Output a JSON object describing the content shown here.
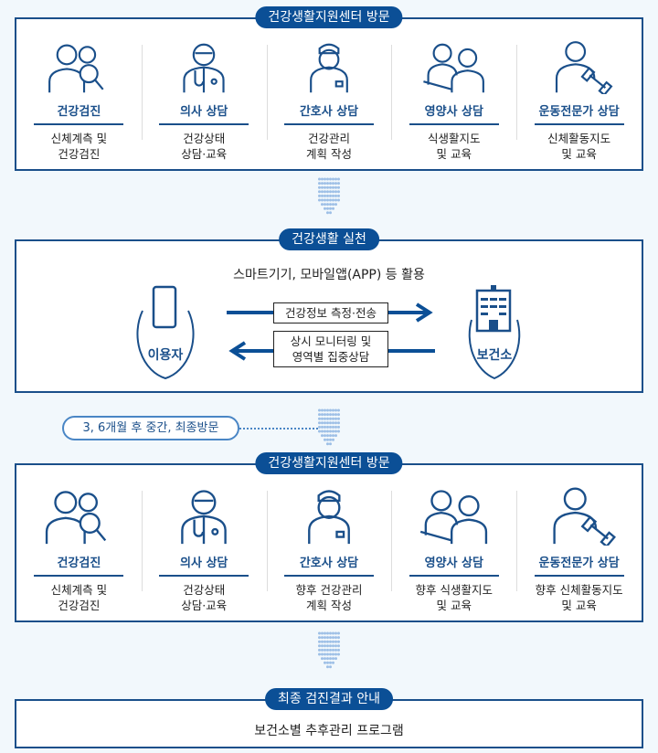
{
  "visit_title": "건강생활지원센터 방문",
  "first_visit": [
    {
      "title": "건강검진",
      "desc": "신체계측 및\n건강검진",
      "icon": "checkup-icon"
    },
    {
      "title": "의사 상담",
      "desc": "건강상태\n상담·교육",
      "icon": "doctor-icon"
    },
    {
      "title": "간호사 상담",
      "desc": "건강관리\n계획 작성",
      "icon": "nurse-icon"
    },
    {
      "title": "영양사 상담",
      "desc": "식생활지도\n및 교육",
      "icon": "dietitian-icon"
    },
    {
      "title": "운동전문가 상담",
      "desc": "신체활동지도\n및 교육",
      "icon": "trainer-icon"
    }
  ],
  "practice": {
    "title": "건강생활 실천",
    "subtitle": "스마트기기, 모바일앱(APP) 등 활용",
    "user": "이용자",
    "center": "보건소",
    "to_center": "건강정보 측정·전송",
    "to_user": "상시 모니터링 및\n영역별 집중상담"
  },
  "followup_note": "3, 6개월 후 중간, 최종방문",
  "second_visit": [
    {
      "title": "건강검진",
      "desc": "신체계측 및\n건강검진"
    },
    {
      "title": "의사 상담",
      "desc": "건강상태\n상담·교육"
    },
    {
      "title": "간호사 상담",
      "desc": "향후 건강관리\n계획 작성"
    },
    {
      "title": "영양사 상담",
      "desc": "향후 식생활지도\n및 교육"
    },
    {
      "title": "운동전문가 상담",
      "desc": "향후 신체활동지도\n및 교육"
    }
  ],
  "final": {
    "title": "최종 검진결과 안내",
    "desc": "보건소별 추후관리 프로그램"
  },
  "colors": {
    "navy": "#0b4f96",
    "dots": "#9dbfe6"
  }
}
